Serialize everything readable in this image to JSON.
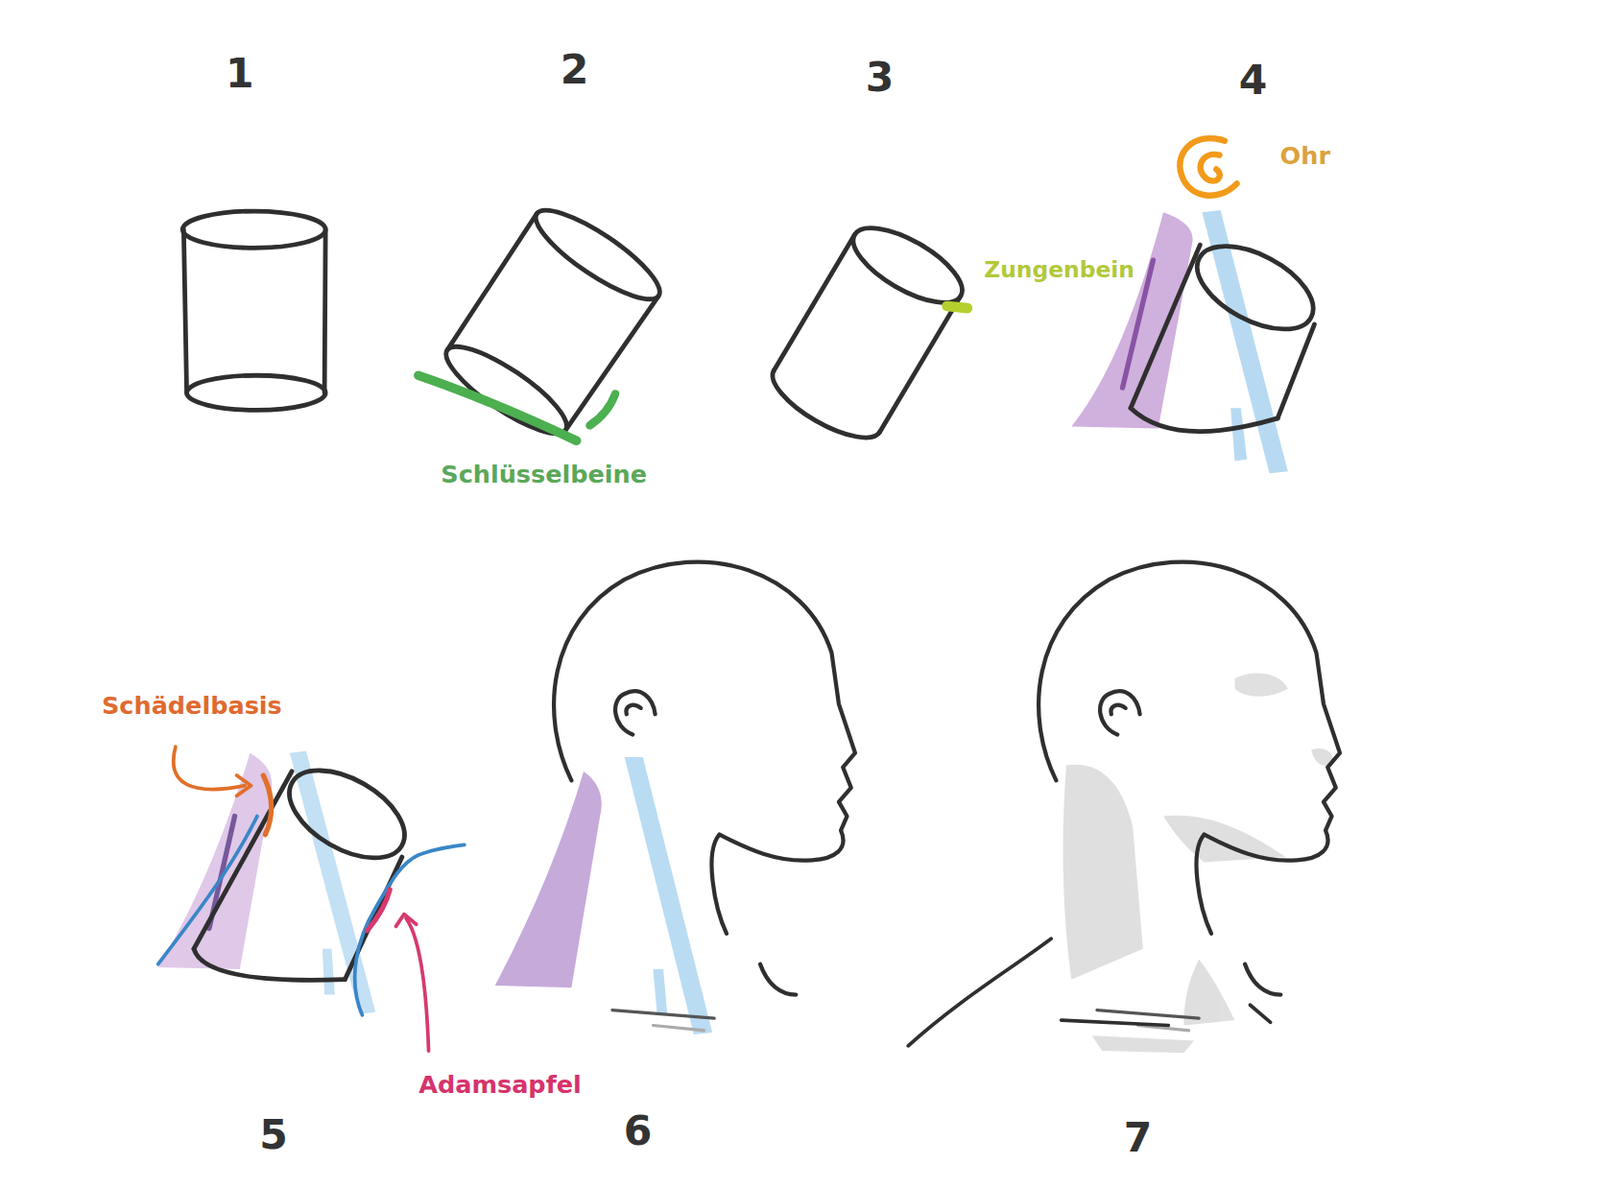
{
  "diagram": {
    "labels": [
      "1",
      "2",
      "3",
      "4",
      "Ohr",
      "Zungenbein",
      "Schlüsselbeine",
      "Schädelbasis",
      "Adamsapfel",
      "5",
      "6",
      "7"
    ]
  }
}
